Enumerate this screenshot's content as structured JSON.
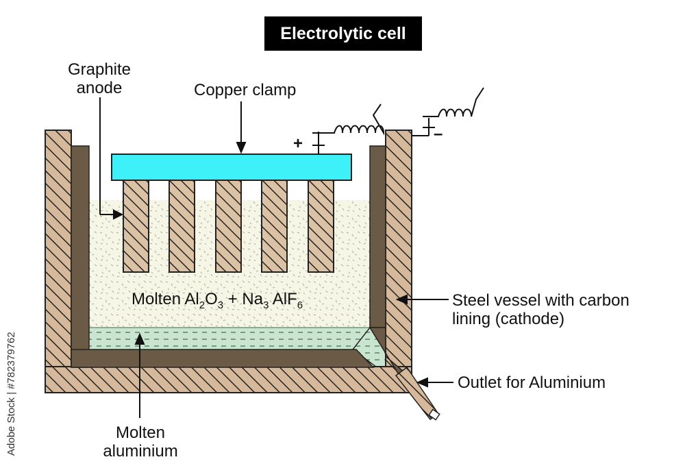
{
  "title": "Electrolytic cell",
  "labels": {
    "graphite_anode_line1": "Graphite",
    "graphite_anode_line2": "anode",
    "copper_clamp": "Copper clamp",
    "steel_vessel_line1": "Steel vessel with carbon",
    "steel_vessel_line2": "lining (cathode)",
    "outlet": "Outlet for Aluminium",
    "molten_al_line1": "Molten",
    "molten_al_line2": "aluminium",
    "plus": "+",
    "minus": "–"
  },
  "electrolyte": {
    "p1": "Molten Al",
    "s1": "2",
    "p2": "O",
    "s2": "3",
    "p3": " + Na",
    "s3": "3",
    "p4": " AlF",
    "s4": "6"
  },
  "side_watermark": "Adobe Stock | #782379762",
  "colors": {
    "clamp": "#3ef0f8",
    "wall": "#d6b99a",
    "lining": "#6b5a45",
    "electrolyte": "#f5f6e6",
    "molten_al": "#c9e4cf",
    "anode": "#dcc2a4"
  }
}
